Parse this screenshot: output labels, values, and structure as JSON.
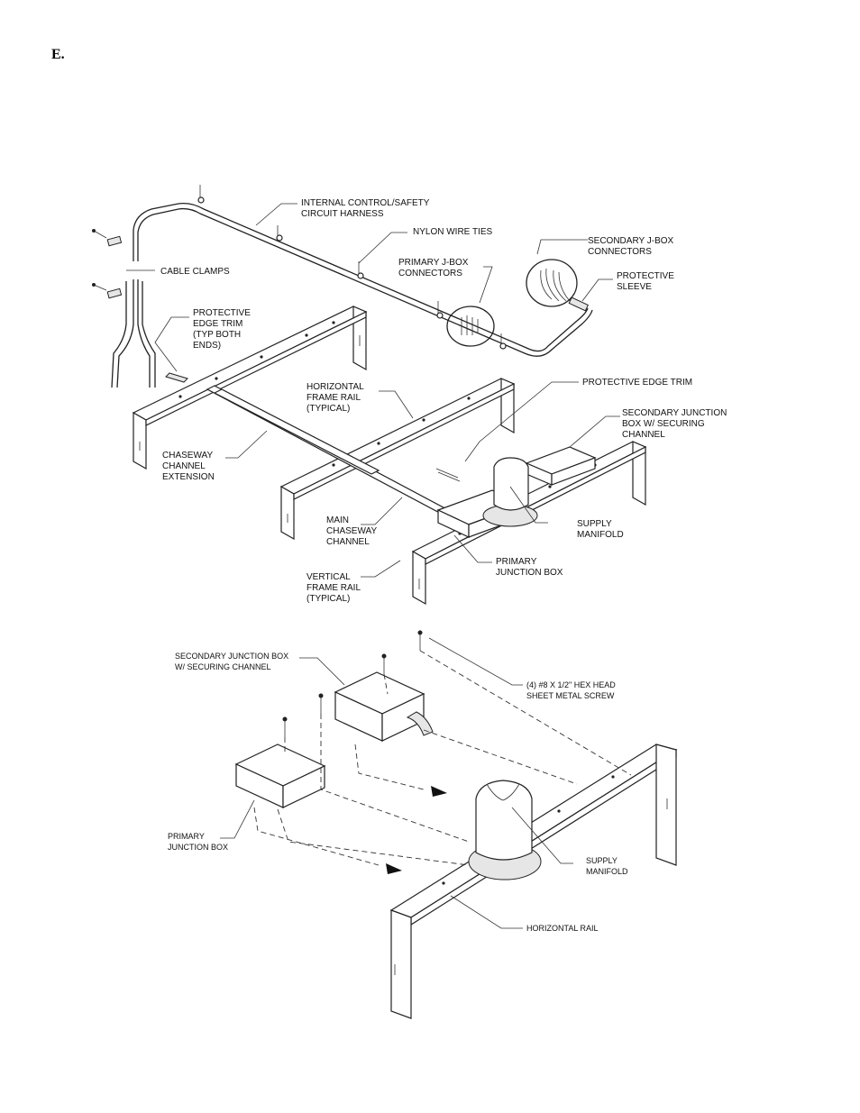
{
  "heading": "E.",
  "upper_diagram": {
    "labels": {
      "harness_1": "INTERNAL CONTROL/SAFETY",
      "harness_2": "CIRCUIT HARNESS",
      "nylon": "NYLON WIRE TIES",
      "sec_conn_1": "SECONDARY J-BOX",
      "sec_conn_2": "CONNECTORS",
      "prim_conn_1": "PRIMARY J-BOX",
      "prim_conn_2": "CONNECTORS",
      "sleeve_1": "PROTECTIVE",
      "sleeve_2": "SLEEVE",
      "clamps": "CABLE CLAMPS",
      "edge_1": "PROTECTIVE",
      "edge_2": "EDGE TRIM",
      "edge_3": "(TYP BOTH",
      "edge_4": "ENDS)",
      "hrail_1": "HORIZONTAL",
      "hrail_2": "FRAME RAIL",
      "hrail_3": "(TYPICAL)",
      "edge_trim": "PROTECTIVE EDGE TRIM",
      "sjb_1": "SECONDARY JUNCTION",
      "sjb_2": "BOX W/ SECURING",
      "sjb_3": "CHANNEL",
      "chext_1": "CHASEWAY",
      "chext_2": "CHANNEL",
      "chext_3": "EXTENSION",
      "main_1": "MAIN",
      "main_2": "CHASEWAY",
      "main_3": "CHANNEL",
      "supply_1": "SUPPLY",
      "supply_2": "MANIFOLD",
      "pjb_1": "PRIMARY",
      "pjb_2": "JUNCTION BOX",
      "vrail_1": "VERTICAL",
      "vrail_2": "FRAME RAIL",
      "vrail_3": "(TYPICAL)"
    }
  },
  "lower_diagram": {
    "labels": {
      "sjb_1": "SECONDARY JUNCTION BOX",
      "sjb_2": "W/ SECURING CHANNEL",
      "screw_1": "(4) #8 X 1/2\" HEX HEAD",
      "screw_2": "SHEET METAL SCREW",
      "pjb_1": "PRIMARY",
      "pjb_2": "JUNCTION BOX",
      "supply_1": "SUPPLY",
      "supply_2": "MANIFOLD",
      "hrail": "HORIZONTAL RAIL"
    }
  }
}
